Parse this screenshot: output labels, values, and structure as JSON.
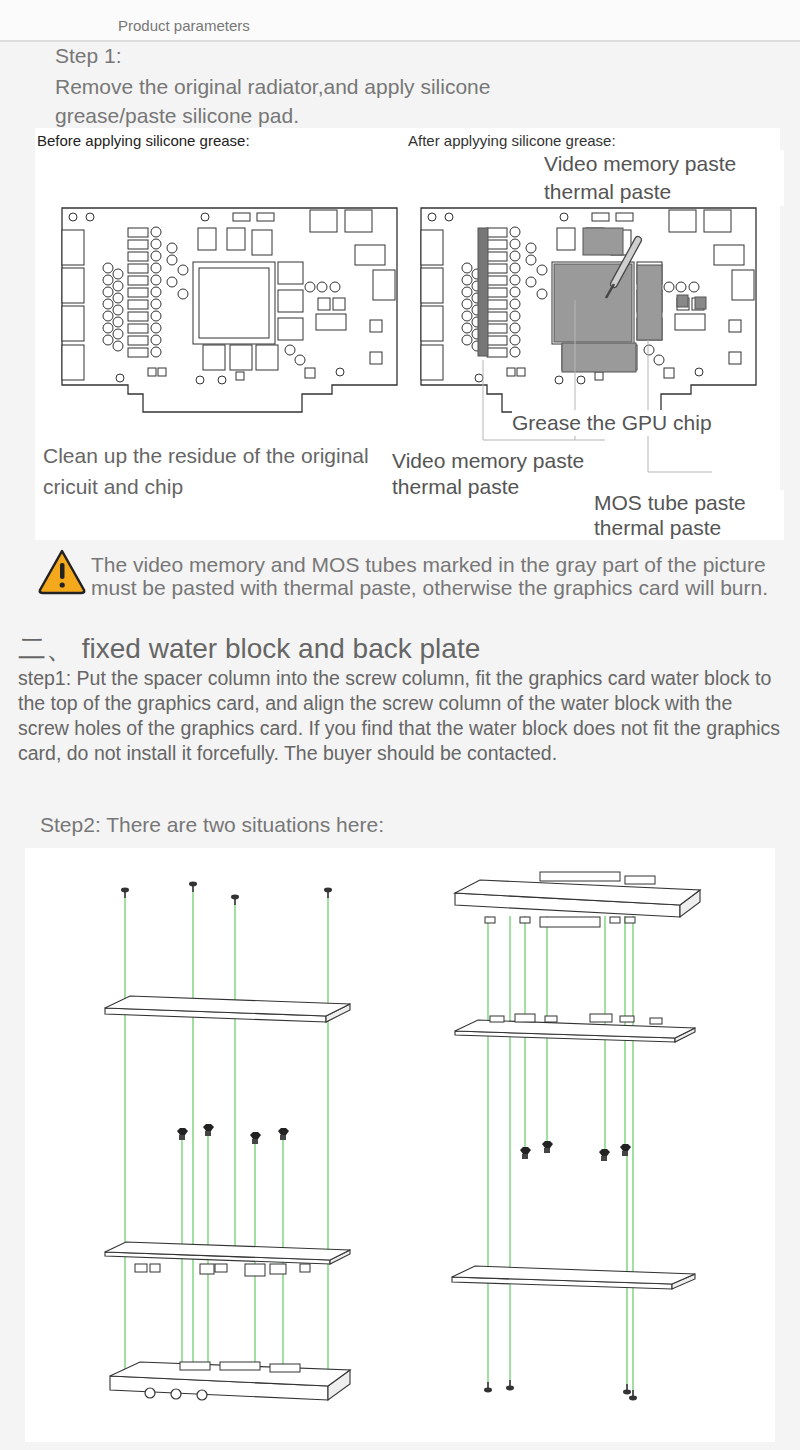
{
  "diagram": {
    "title": "Product parameters",
    "labels": [
      "Step 1:",
      "Remove the original radiator,and apply silicone grease/paste silicone pad.",
      "Before applying silicone grease:",
      "After applyying silicone grease:",
      "Video memory paste thermal paste",
      "Grease the GPU chip",
      "Clean up the residue of the original cricuit and chip",
      "Video memory paste thermal paste",
      "MOS tube paste thermal paste",
      "The video memory and MOS tubes marked in the gray part of the picture must be pasted with thermal paste, otherwise the graphics card will burn.",
      "二、 fixed water block and back plate",
      "step1: Put the spacer column into the screw column, fit the graphics card water block to the top of the graphics card, and align the screw column of the water block with the screw holes of the graphics card. If you find that the water block does not fit the graphics card, do not install it forcefully. The buyer should be contacted.",
      "Step2: There are two situations here:"
    ]
  }
}
